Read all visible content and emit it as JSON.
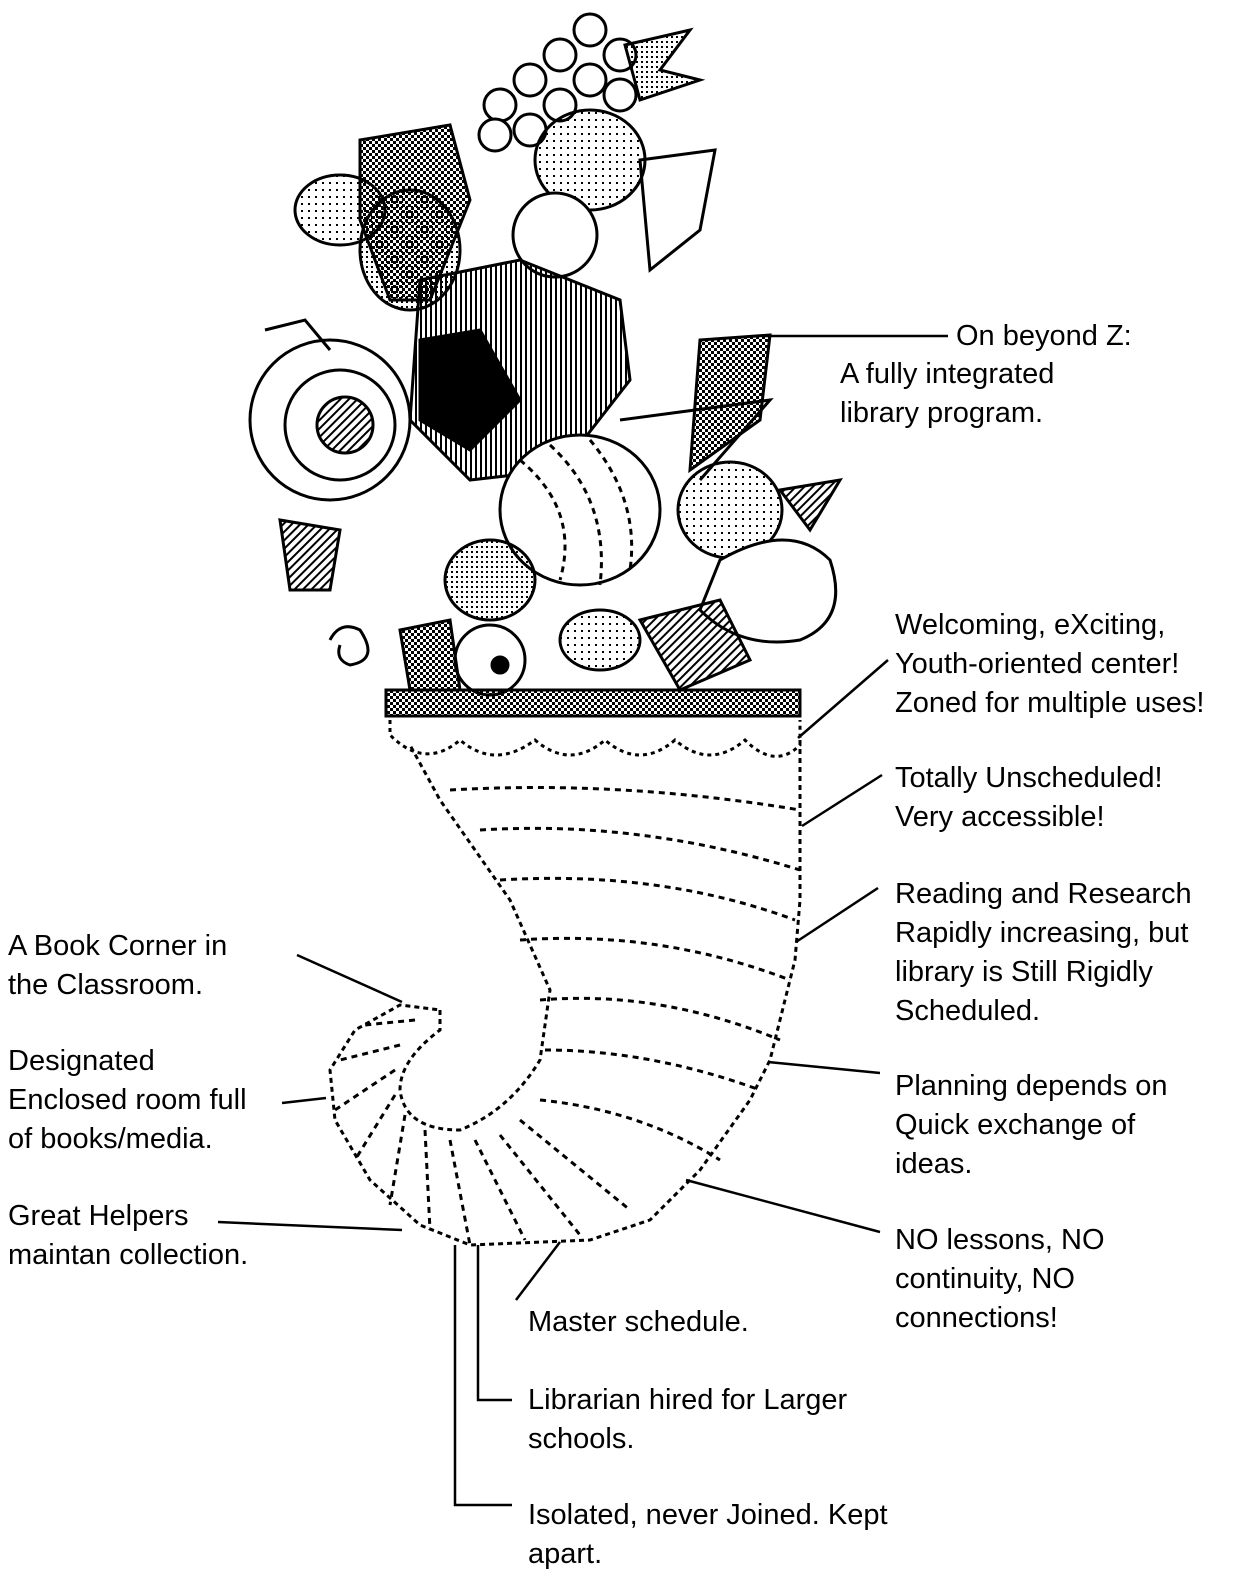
{
  "labels": {
    "on_beyond_z": "On beyond Z:",
    "fully_integrated": "A fully integrated\nlibrary program.",
    "welcoming": "Welcoming, eXciting,\nYouth-oriented center!\nZoned for multiple uses!",
    "unscheduled": "Totally Unscheduled!\nVery accessible!",
    "reading_research": "Reading and Research\nRapidly increasing, but\nlibrary is Still Rigidly\nScheduled.",
    "planning": "Planning depends on\nQuick exchange of\nideas.",
    "no_lessons": "NO lessons, NO\ncontinuity, NO\nconnections!",
    "master_schedule": "Master schedule.",
    "librarian_hired": "Librarian hired for Larger\nschools.",
    "isolated": "Isolated, never Joined. Kept\napart.",
    "book_corner": "A Book Corner in\nthe Classroom.",
    "designated": "Designated\nEnclosed room full\nof books/media.",
    "great_helpers": "Great Helpers\nmaintan collection."
  },
  "illustration": {
    "subject": "cornucopia",
    "style": "black-and-white bitmap"
  }
}
